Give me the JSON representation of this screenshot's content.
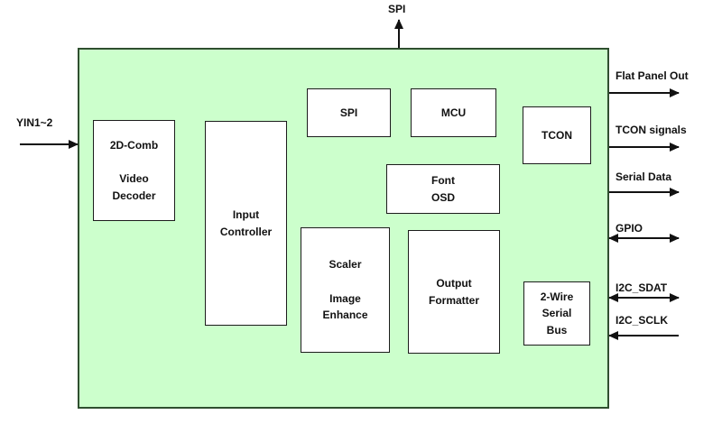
{
  "diagram_type": "chip-block-diagram",
  "colors": {
    "chip_fill": "#ccffcc",
    "chip_border": "#2f4f2f",
    "block_border": "#1c1c1c",
    "arrow": "#111111",
    "text": "#111111"
  },
  "blocks": [
    {
      "id": "video-decoder",
      "label": "2D-Comb\n\nVideo\nDecoder"
    },
    {
      "id": "input-controller",
      "label": "Input\nController"
    },
    {
      "id": "spi",
      "label": "SPI"
    },
    {
      "id": "mcu",
      "label": "MCU"
    },
    {
      "id": "tcon",
      "label": "TCON"
    },
    {
      "id": "font-osd",
      "label": "Font\nOSD"
    },
    {
      "id": "scaler",
      "label": "Scaler\n\nImage\nEnhance"
    },
    {
      "id": "output-formatter",
      "label": "Output\nFormatter"
    },
    {
      "id": "two-wire-serial-bus",
      "label": "2-Wire\nSerial\nBus"
    }
  ],
  "signals": {
    "top": {
      "label": "SPI",
      "direction": "out"
    },
    "left": {
      "label": "YIN1~2",
      "direction": "in"
    },
    "right": [
      {
        "label": "Flat Panel Out",
        "direction": "out"
      },
      {
        "label": "TCON signals",
        "direction": "out"
      },
      {
        "label": "Serial Data",
        "direction": "out"
      },
      {
        "label": "GPIO",
        "direction": "bidirectional"
      },
      {
        "label": "I2C_SDAT",
        "direction": "bidirectional"
      },
      {
        "label": "I2C_SCLK",
        "direction": "in"
      }
    ]
  }
}
